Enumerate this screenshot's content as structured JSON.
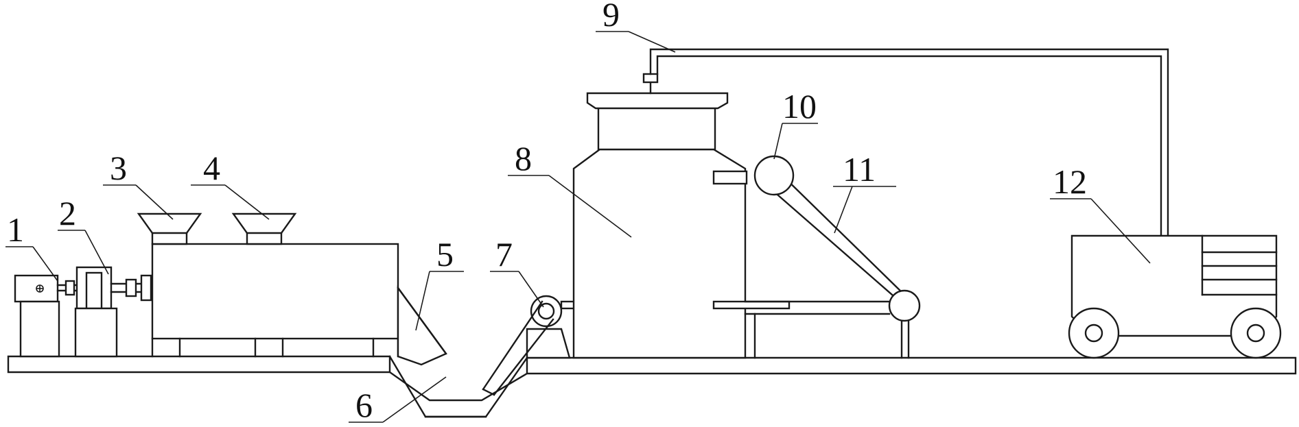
{
  "labels": {
    "l1": "1",
    "l2": "2",
    "l3": "3",
    "l4": "4",
    "l5": "5",
    "l6": "6",
    "l7": "7",
    "l8": "8",
    "l9": "9",
    "l10": "10",
    "l11": "11",
    "l12": "12"
  },
  "colors": {
    "stroke": "#1a1a1a",
    "background": "#ffffff"
  }
}
